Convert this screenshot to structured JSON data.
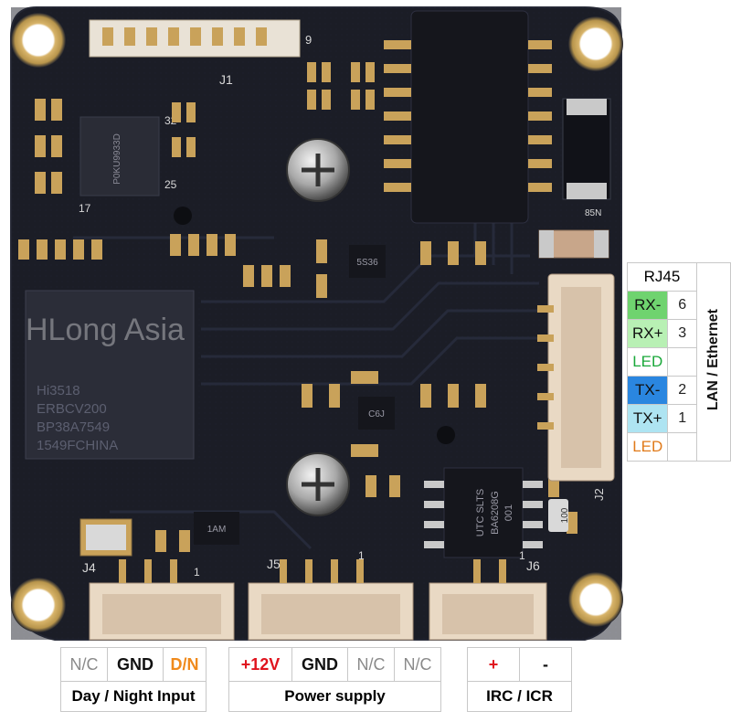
{
  "board_text": {
    "watermark": "HLong Asia",
    "j1": "J1",
    "j2": "J2",
    "j4": "J4",
    "j5": "J5",
    "j6": "J6",
    "pin9": "9",
    "pin1": "1",
    "pin32": "32",
    "pin25": "25",
    "pin17": "17",
    "soc_line1": "Hi3518",
    "soc_line2": "ERBCV200",
    "soc_line3": "BP38A7549",
    "soc_line4": "1549FCHINA",
    "ic_main_line1": "UTC SLTS",
    "ic_main_line2": "BA6208G",
    "ic_main_line3": "001",
    "small_ic1": "5S36",
    "small_ic2": "C6J",
    "small_ic3": "1AM",
    "fuse": "100",
    "diode": "85N"
  },
  "rj45": {
    "title": "RJ45",
    "side_label": "LAN / Ethernet",
    "rows": [
      {
        "signal": "RX-",
        "pin": "6",
        "bg": "#6fd36f",
        "fg": "#111111"
      },
      {
        "signal": "RX+",
        "pin": "3",
        "bg": "#b8f0b4",
        "fg": "#111111"
      },
      {
        "signal": "LED",
        "pin": "",
        "bg": "#ffffff",
        "fg": "#1aa83a"
      },
      {
        "signal": "TX-",
        "pin": "2",
        "bg": "#2a86e0",
        "fg": "#111111"
      },
      {
        "signal": "TX+",
        "pin": "1",
        "bg": "#aee4f2",
        "fg": "#111111"
      },
      {
        "signal": "LED",
        "pin": "",
        "bg": "#ffffff",
        "fg": "#e07a1a"
      }
    ]
  },
  "day_night": {
    "pins": [
      {
        "text": "N/C",
        "color": "#8a8a8a",
        "bold": false
      },
      {
        "text": "GND",
        "color": "#111111",
        "bold": true
      },
      {
        "text": "D/N",
        "color": "#f08a1c",
        "bold": true
      }
    ],
    "caption": "Day / Night Input"
  },
  "power": {
    "pins": [
      {
        "text": "+12V",
        "color": "#e0141e",
        "bold": true
      },
      {
        "text": "GND",
        "color": "#111111",
        "bold": true
      },
      {
        "text": "N/C",
        "color": "#8a8a8a",
        "bold": false
      },
      {
        "text": "N/C",
        "color": "#8a8a8a",
        "bold": false
      }
    ],
    "caption": "Power supply"
  },
  "irc": {
    "pins": [
      {
        "text": "+",
        "color": "#e0141e",
        "bold": true
      },
      {
        "text": "-",
        "color": "#111111",
        "bold": true
      }
    ],
    "caption": "IRC / ICR"
  },
  "colors": {
    "pcb": "#1a1c26",
    "pcb_edge": "#2a2d3a",
    "pad": "#c9a25a",
    "connector": "#e9d9c4",
    "text_silk": "#d8d8d8"
  }
}
